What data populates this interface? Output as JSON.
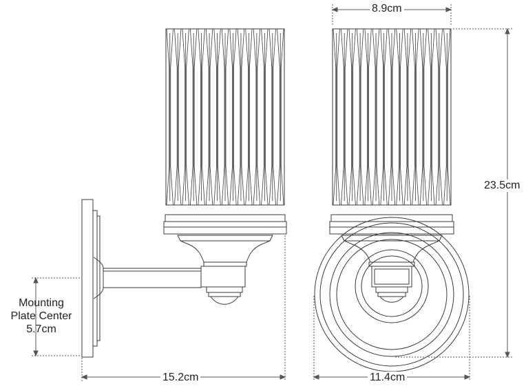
{
  "dimensions": {
    "shade_width": "8.9cm",
    "height": "23.5cm",
    "projection": "15.2cm",
    "backplate_width": "11.4cm",
    "mounting": {
      "line1": "Mounting",
      "line2": "Plate Center",
      "value": "5.7cm"
    }
  },
  "colors": {
    "line": "#3a3a3a",
    "dim_line": "#555555"
  }
}
